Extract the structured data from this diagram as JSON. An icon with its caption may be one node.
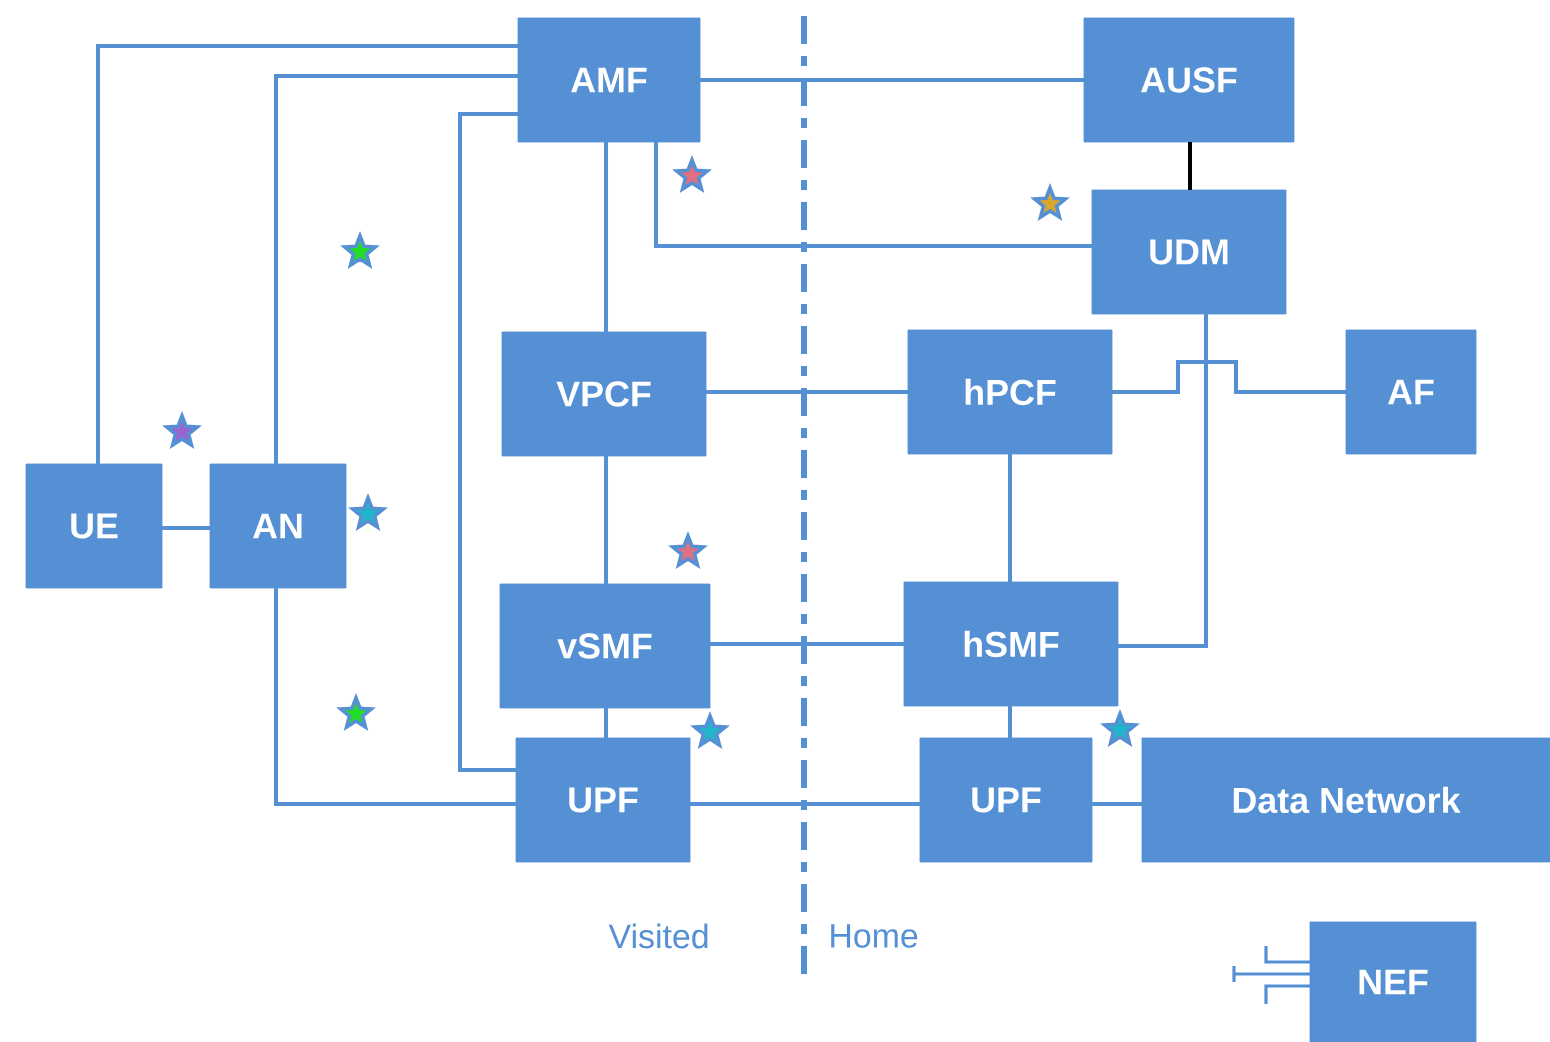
{
  "diagram": {
    "nodes": [
      {
        "text": [
          "AMF"
        ]
      },
      {
        "text": [
          "AUSF"
        ]
      },
      {
        "text": [
          "UDM"
        ]
      },
      {
        "text": [
          "VPCF"
        ]
      },
      {
        "text": [
          "hPCF"
        ]
      },
      {
        "text": [
          "AF"
        ]
      },
      {
        "text": [
          "UE"
        ]
      },
      {
        "text": [
          "AN"
        ]
      },
      {
        "text": [
          "vSMF"
        ]
      },
      {
        "text": [
          "hSMF"
        ]
      },
      {
        "text": [
          "UPF"
        ]
      },
      {
        "text": [
          "UPF"
        ]
      },
      {
        "text": [
          "Data Network"
        ]
      },
      {
        "text": [
          "NEF"
        ]
      }
    ],
    "edges": [
      {
        "from": 0,
        "to": 6,
        "arrow": "none"
      },
      {
        "from": 0,
        "to": 7,
        "arrow": "none"
      },
      {
        "from": 0,
        "to": 10,
        "arrow": "none"
      },
      {
        "from": 0,
        "to": 3,
        "arrow": "none"
      },
      {
        "from": 0,
        "to": 1,
        "arrow": "none"
      },
      {
        "from": 0,
        "to": 2,
        "arrow": "none"
      },
      {
        "from": 1,
        "to": 2,
        "arrow": "none",
        "color": "#000000"
      },
      {
        "from": 6,
        "to": 7,
        "arrow": "none"
      },
      {
        "from": 7,
        "to": 10,
        "arrow": "none"
      },
      {
        "from": 3,
        "to": 4,
        "arrow": "none"
      },
      {
        "from": 3,
        "to": 8,
        "arrow": "none"
      },
      {
        "from": 4,
        "to": 9,
        "arrow": "none"
      },
      {
        "from": 4,
        "to": 5,
        "arrow": "none"
      },
      {
        "from": 2,
        "to": 9,
        "arrow": "none"
      },
      {
        "from": 8,
        "to": 9,
        "arrow": "none"
      },
      {
        "from": 8,
        "to": 10,
        "arrow": "none"
      },
      {
        "from": 10,
        "to": 11,
        "arrow": "none"
      },
      {
        "from": 9,
        "to": 11,
        "arrow": "none"
      },
      {
        "from": 11,
        "to": 12,
        "arrow": "none"
      }
    ],
    "labels": [
      "Visited",
      "Home"
    ]
  }
}
